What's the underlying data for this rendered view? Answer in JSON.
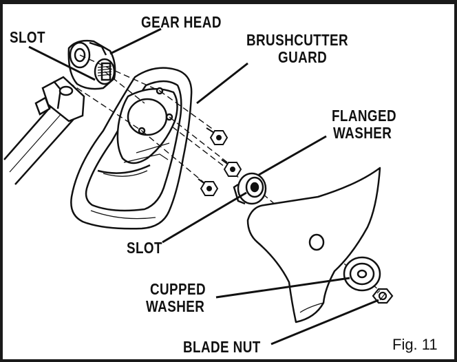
{
  "labels": {
    "gear_head": "GEAR HEAD",
    "slot_top": "SLOT",
    "brushcutter_guard_line1": "BRUSHCUTTER",
    "brushcutter_guard_line2": "GUARD",
    "flanged_washer_line1": "FLANGED",
    "flanged_washer_line2": "WASHER",
    "slot_bottom": "SLOT",
    "cupped_washer_line1": "CUPPED",
    "cupped_washer_line2": "WASHER",
    "blade_nut": "BLADE NUT"
  },
  "figure_caption": "Fig. 11",
  "colors": {
    "ink": "#111111",
    "background": "#ffffff",
    "frame": "#1a1a1a",
    "hatch_shade": "#555555"
  }
}
